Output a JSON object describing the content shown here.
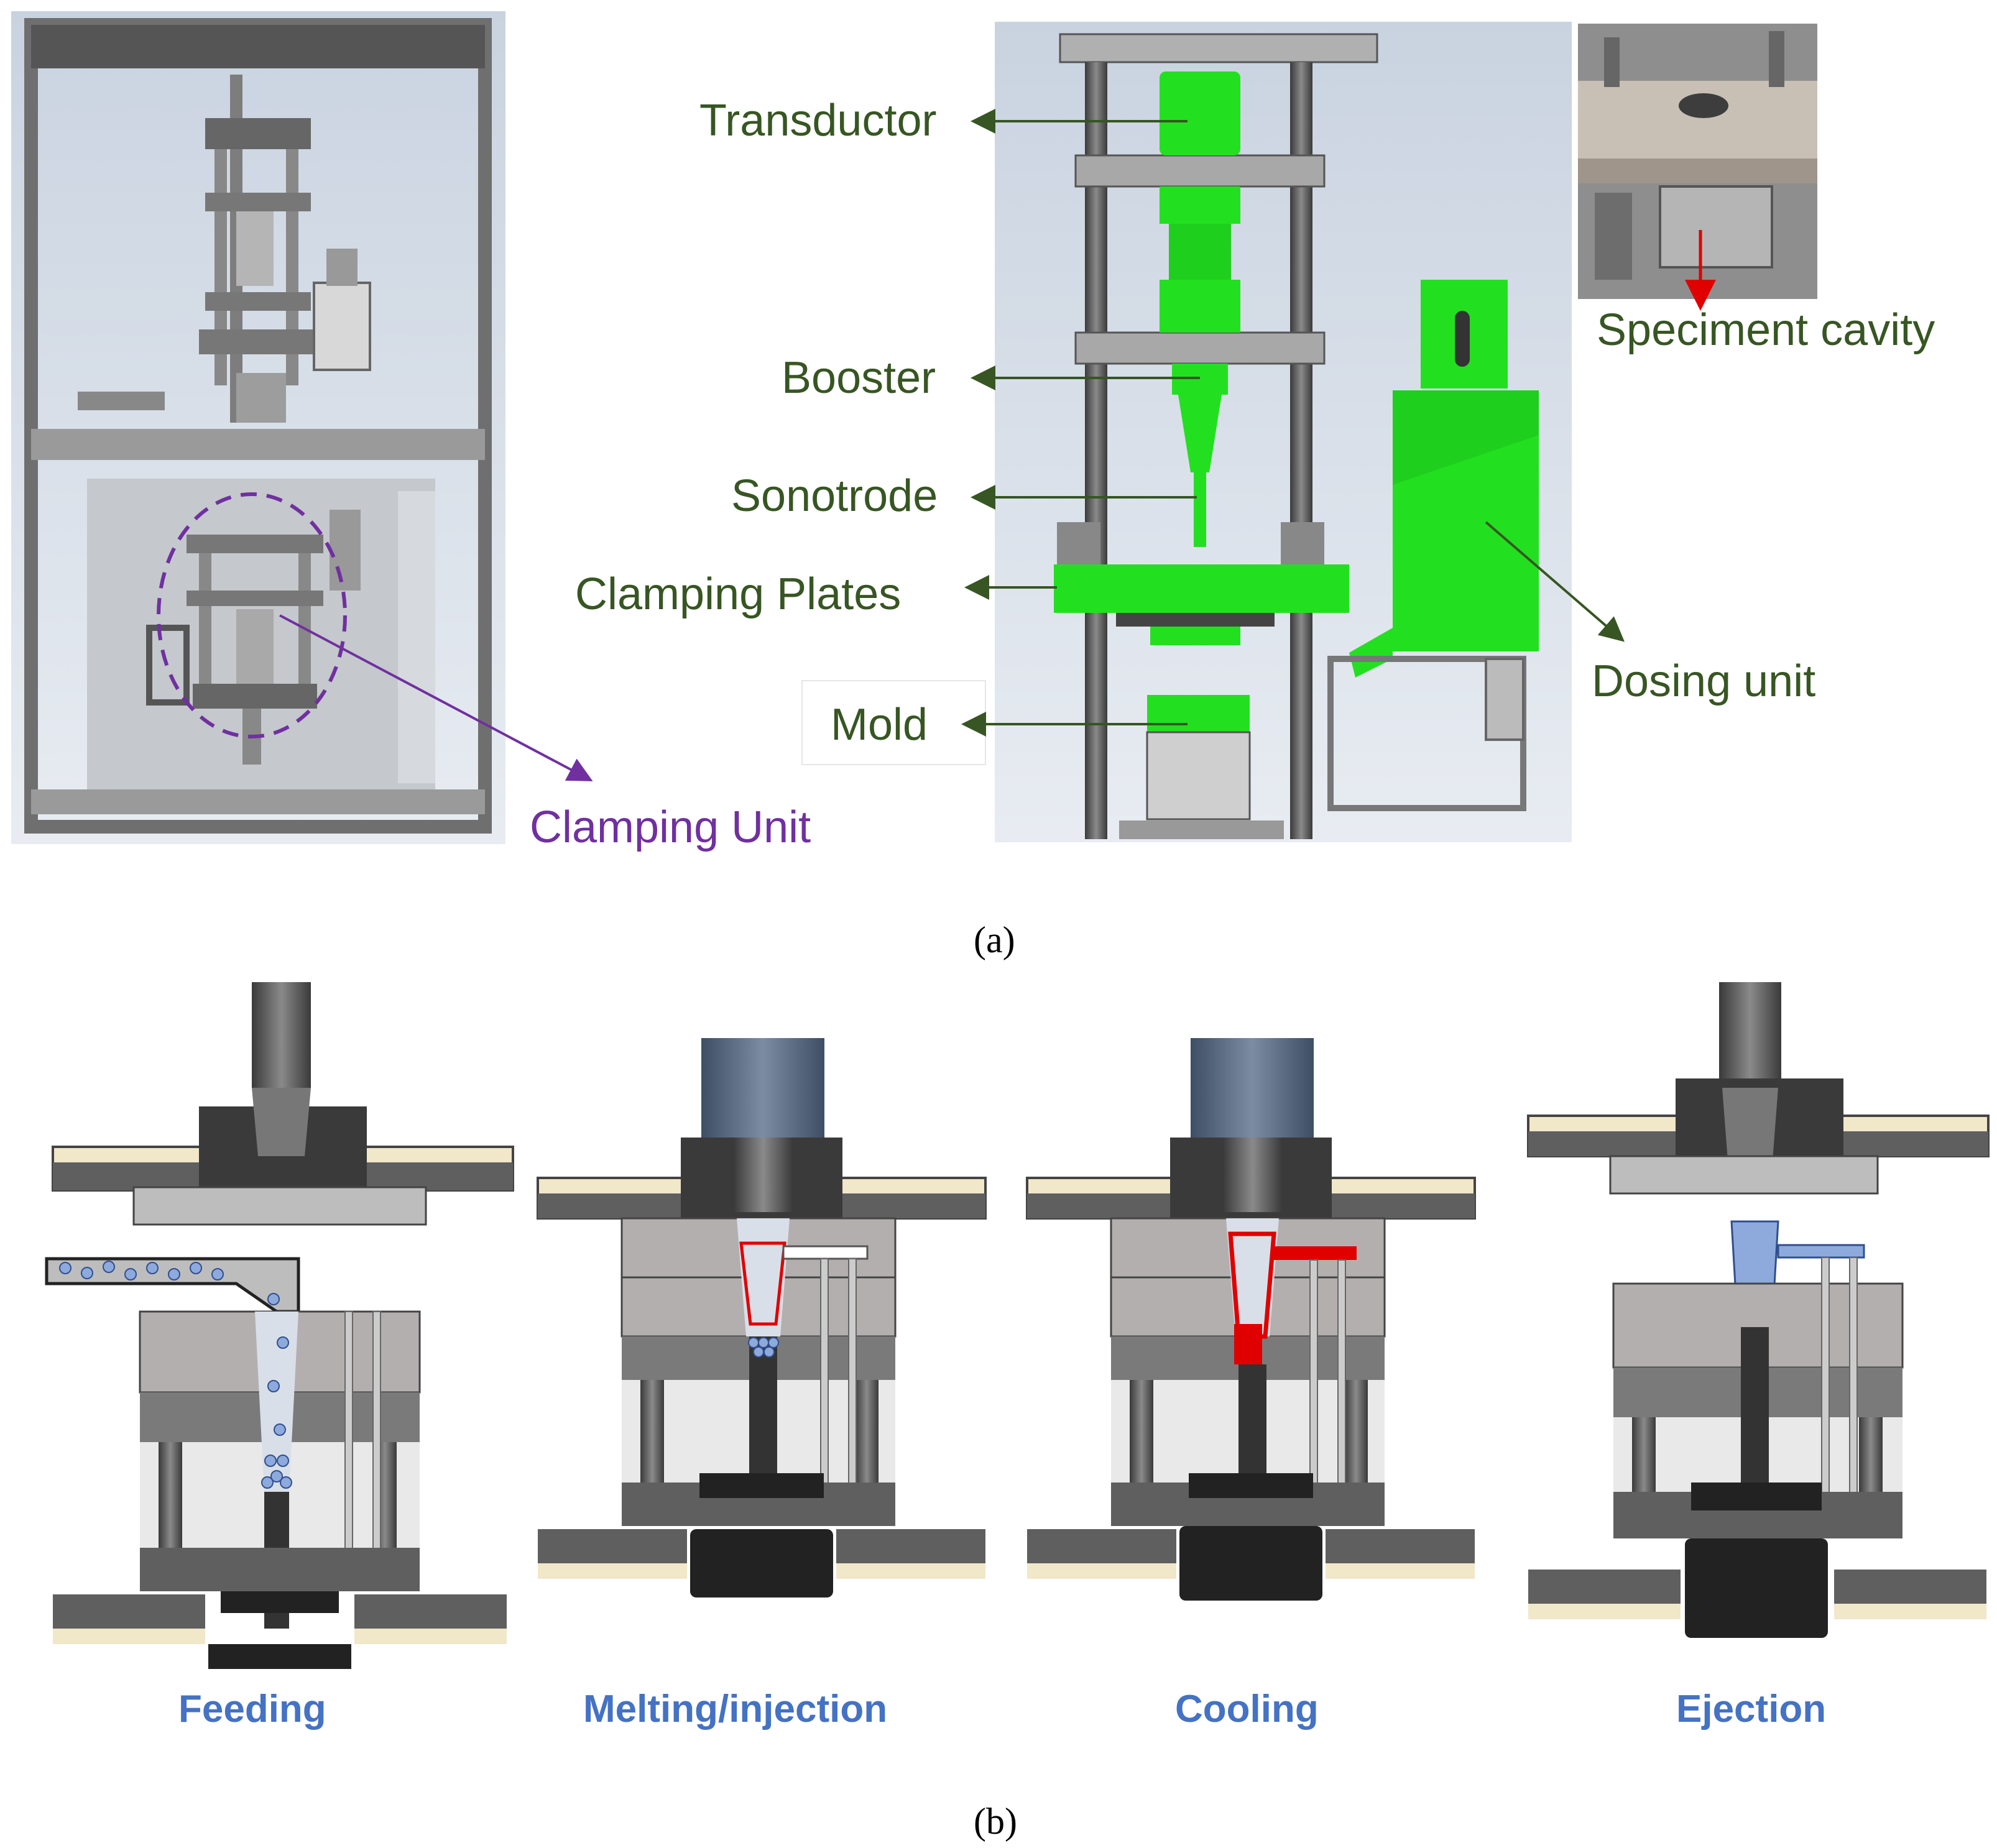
{
  "panel_a": {
    "caption": "(a)",
    "left_label": "Clamping Unit",
    "labels": {
      "transductor": "Transductor",
      "booster": "Booster",
      "sonotrode": "Sonotrode",
      "clamping_plates": "Clamping Plates",
      "mold": "Mold",
      "dosing_unit": "Dosing unit",
      "specimen_cavity": "Speciment cavity"
    }
  },
  "panel_b": {
    "caption": "(b)",
    "stages": [
      "Feeding",
      "Melting/injection",
      "Cooling",
      "Ejection"
    ]
  },
  "colors": {
    "label_green": "#375623",
    "label_purple": "#7030a0",
    "stage_blue": "#4472c4",
    "machine_green": "#22e020",
    "melt_red": "#e00000",
    "pellet_blue": "#8ea9db"
  }
}
